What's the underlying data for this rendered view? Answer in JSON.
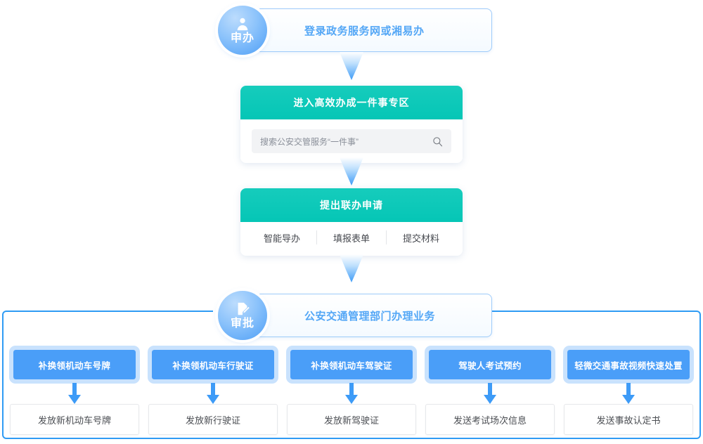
{
  "flow": {
    "apply_stage": {
      "badge_label": "申办",
      "badge_icon": "person-icon",
      "title": "登录政务服务网或湘易办"
    },
    "approval_stage": {
      "badge_label": "审批",
      "badge_icon": "document-pen-icon",
      "title": "公安交通管理部门办理业务"
    },
    "steps": [
      {
        "header": "进入高效办成一件事专区",
        "search_placeholder": "搜索公安交管服务“一件事”",
        "search_icon": "search-icon"
      },
      {
        "header": "提出联办申请",
        "sub_items": [
          "智能导办",
          "填报表单",
          "提交材料"
        ]
      }
    ],
    "tasks": [
      {
        "task": "补换领机动车号牌",
        "result": "发放新机动车号牌"
      },
      {
        "task": "补换领机动车行驶证",
        "result": "发放新行驶证"
      },
      {
        "task": "补换领机动车驾驶证",
        "result": "发放新驾驶证"
      },
      {
        "task": "驾驶人考试预约",
        "result": "发送考试场次信息"
      },
      {
        "task": "轻微交通事故视频快速处置",
        "result": "发送事故认定书"
      }
    ]
  },
  "colors": {
    "accent_blue": "#4a9ef8",
    "accent_blue_light": "#c9e2fd",
    "accent_teal": "#05c6b6",
    "border_blue": "#2f9bf4",
    "text_blue": "#54a7f6"
  }
}
